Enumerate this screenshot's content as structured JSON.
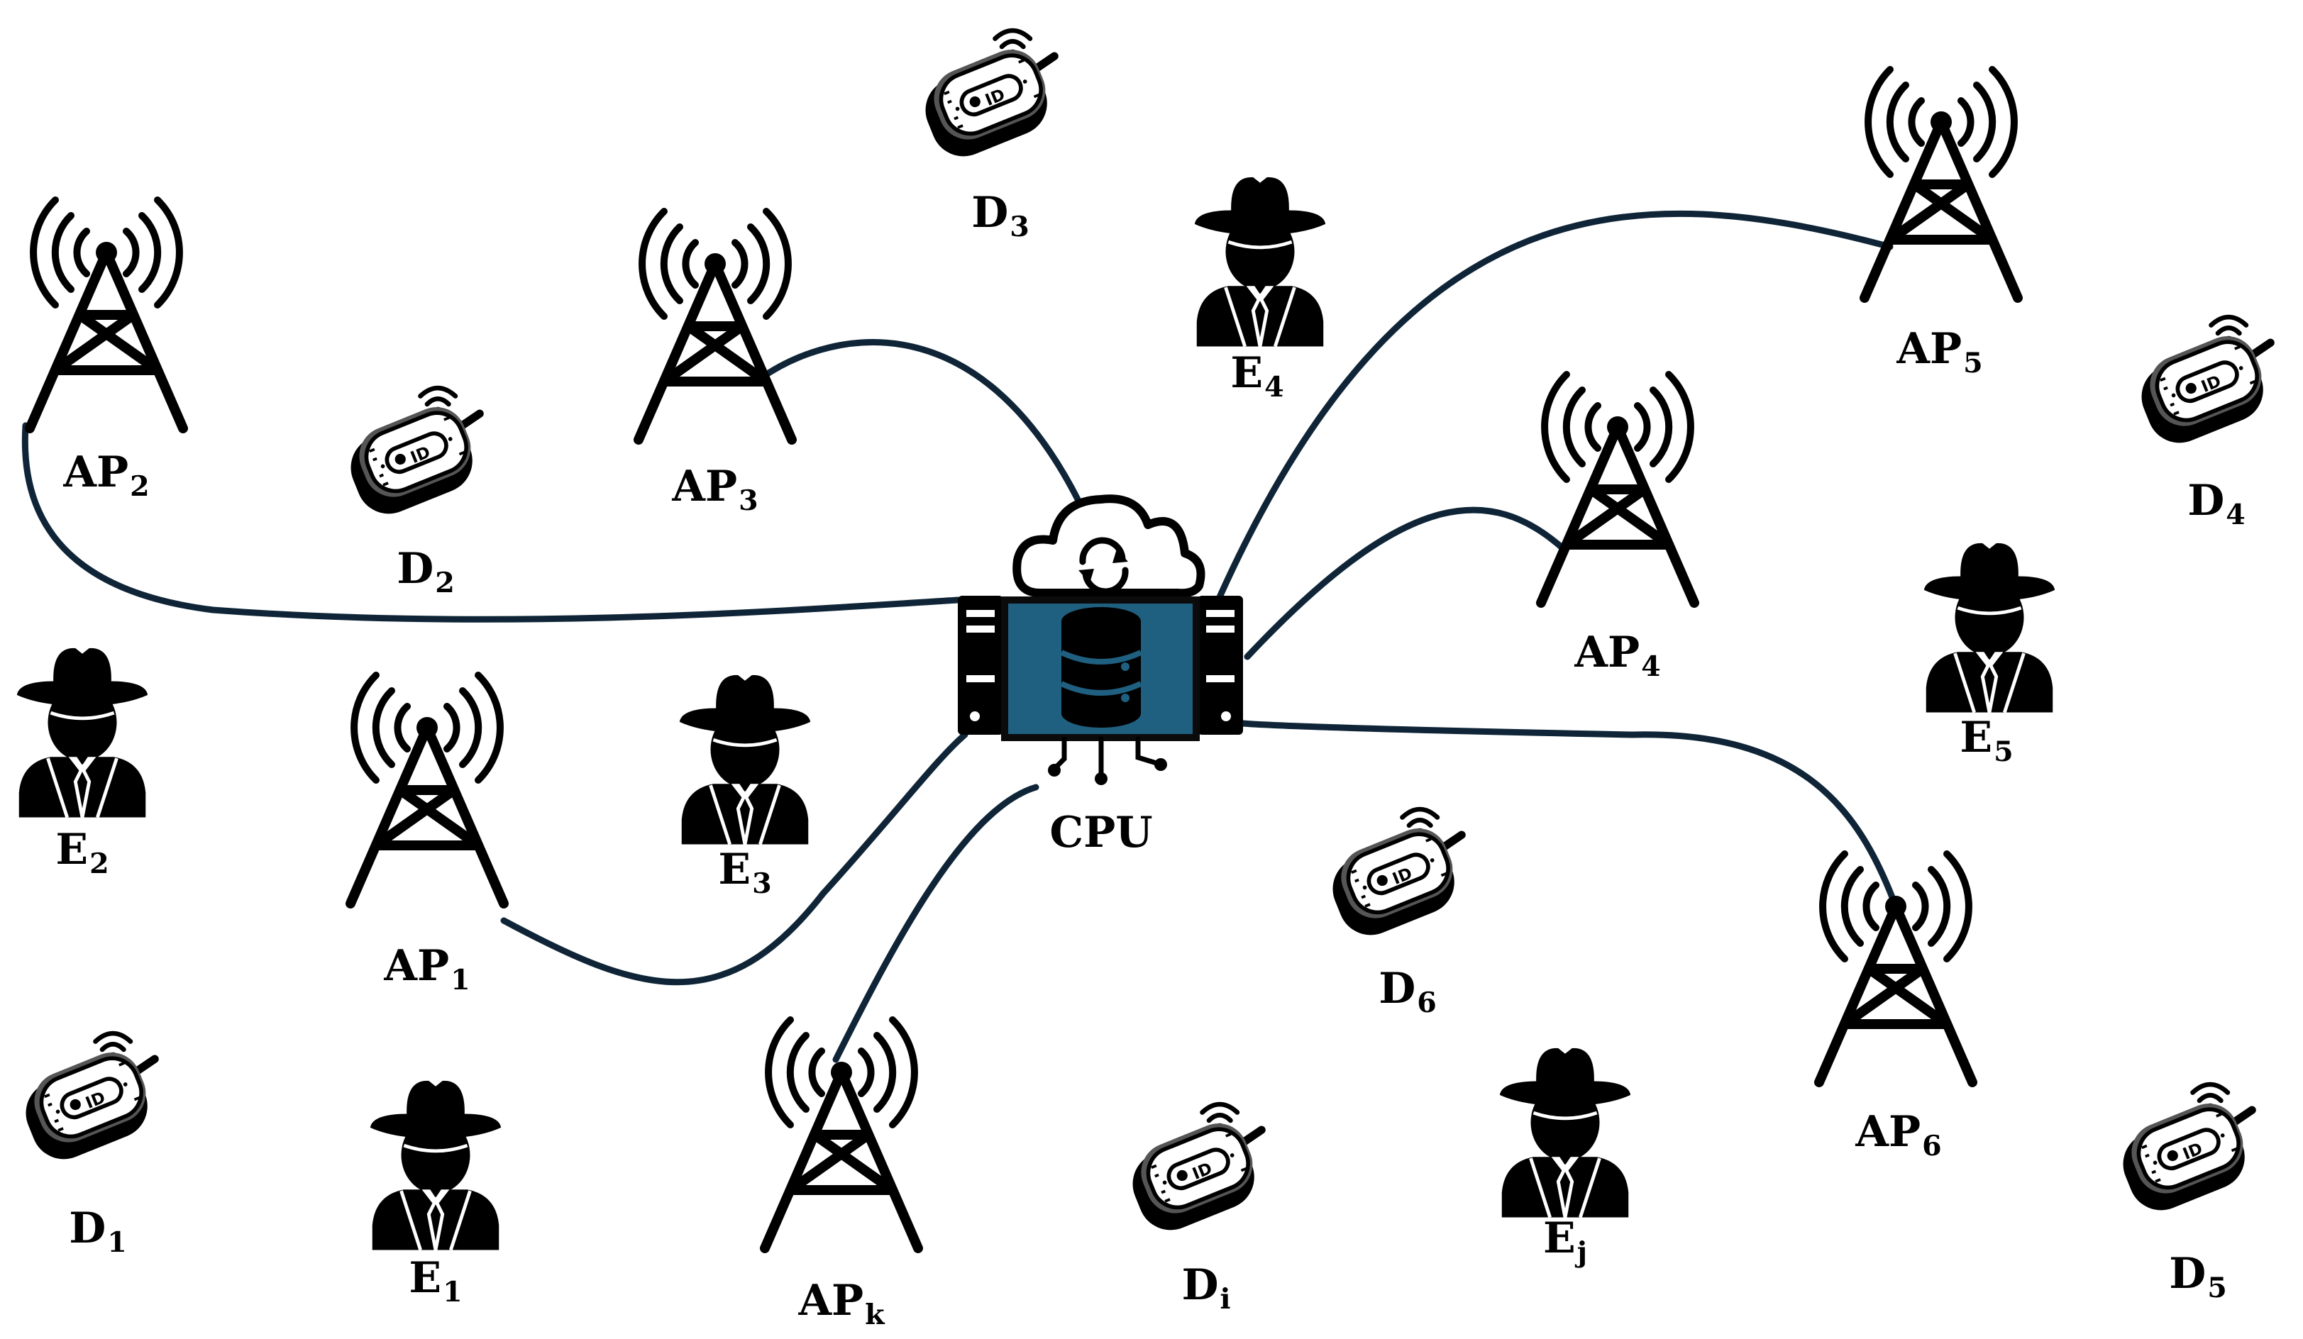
{
  "diagram": {
    "cpu": {
      "label": "CPU"
    },
    "access_points": [
      {
        "id": "ap1",
        "base": "AP",
        "sub": "1"
      },
      {
        "id": "ap2",
        "base": "AP",
        "sub": "2"
      },
      {
        "id": "ap3",
        "base": "AP",
        "sub": "3"
      },
      {
        "id": "ap4",
        "base": "AP",
        "sub": "4"
      },
      {
        "id": "ap5",
        "base": "AP",
        "sub": "5"
      },
      {
        "id": "ap6",
        "base": "AP",
        "sub": "6"
      },
      {
        "id": "apk",
        "base": "AP",
        "sub": "k"
      }
    ],
    "devices": [
      {
        "id": "d1",
        "base": "D",
        "sub": "1"
      },
      {
        "id": "d2",
        "base": "D",
        "sub": "2"
      },
      {
        "id": "d3",
        "base": "D",
        "sub": "3"
      },
      {
        "id": "d4",
        "base": "D",
        "sub": "4"
      },
      {
        "id": "d5",
        "base": "D",
        "sub": "5"
      },
      {
        "id": "d6",
        "base": "D",
        "sub": "6"
      },
      {
        "id": "di",
        "base": "D",
        "sub": "i"
      }
    ],
    "eavesdroppers": [
      {
        "id": "e1",
        "base": "E",
        "sub": "1"
      },
      {
        "id": "e2",
        "base": "E",
        "sub": "2"
      },
      {
        "id": "e3",
        "base": "E",
        "sub": "3"
      },
      {
        "id": "e4",
        "base": "E",
        "sub": "4"
      },
      {
        "id": "e5",
        "base": "E",
        "sub": "5"
      },
      {
        "id": "ej",
        "base": "E",
        "sub": "j"
      }
    ],
    "device_badge_text": "ID",
    "links": [
      "ap1",
      "ap2",
      "ap3",
      "ap4",
      "ap5",
      "ap6",
      "apk"
    ],
    "colors": {
      "link": "#0f2537",
      "cpu_screen": "#1f5f80",
      "cpu_screen_border": "#123a52",
      "icon": "#000000"
    }
  }
}
